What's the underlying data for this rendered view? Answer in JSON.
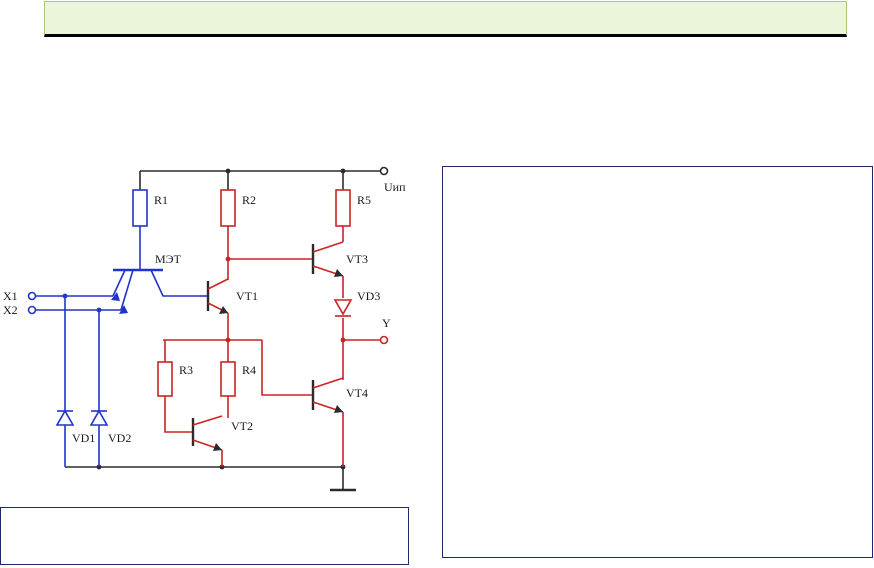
{
  "colors": {
    "black": "#2b2b2b",
    "blue": "#2233cc",
    "red": "#cc2222"
  },
  "labels": {
    "supply": "Uип",
    "r1": "R1",
    "r2": "R2",
    "r5": "R5",
    "met": "МЭТ",
    "vt1": "VT1",
    "vt3": "VT3",
    "vd3": "VD3",
    "y": "Y",
    "x1": "X1",
    "x2": "X2",
    "r3": "R3",
    "r4": "R4",
    "vt2": "VT2",
    "vt4": "VT4",
    "vd1": "VD1",
    "vd2": "VD2"
  }
}
